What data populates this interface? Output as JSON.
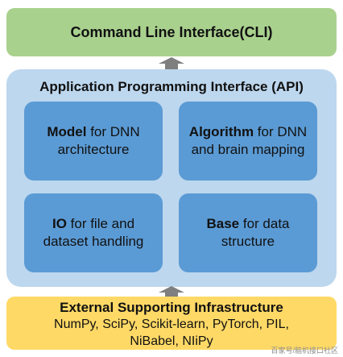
{
  "cli": {
    "label": "Command Line Interface(CLI)"
  },
  "api": {
    "title": "Application Programming Interface (API)",
    "modules": [
      {
        "bold": "Model",
        "rest": " for DNN architecture"
      },
      {
        "bold": "Algorithm",
        "rest": " for DNN and brain mapping"
      },
      {
        "bold": "IO",
        "rest": " for file and dataset handling"
      },
      {
        "bold": "Base",
        "rest": " for data structure"
      }
    ]
  },
  "external": {
    "title": "External Supporting Infrastructure",
    "libraries_line1": "NumPy, SciPy, Scikit-learn, PyTorch, PIL,",
    "libraries_line2": "NiBabel, NIiPy"
  },
  "watermark": "百家号/脑机接口社区",
  "colors": {
    "cli": "#a9d18e",
    "api": "#bdd7ee",
    "module": "#5b9bd5",
    "external": "#ffd966",
    "arrow": "#7f7f7f"
  }
}
